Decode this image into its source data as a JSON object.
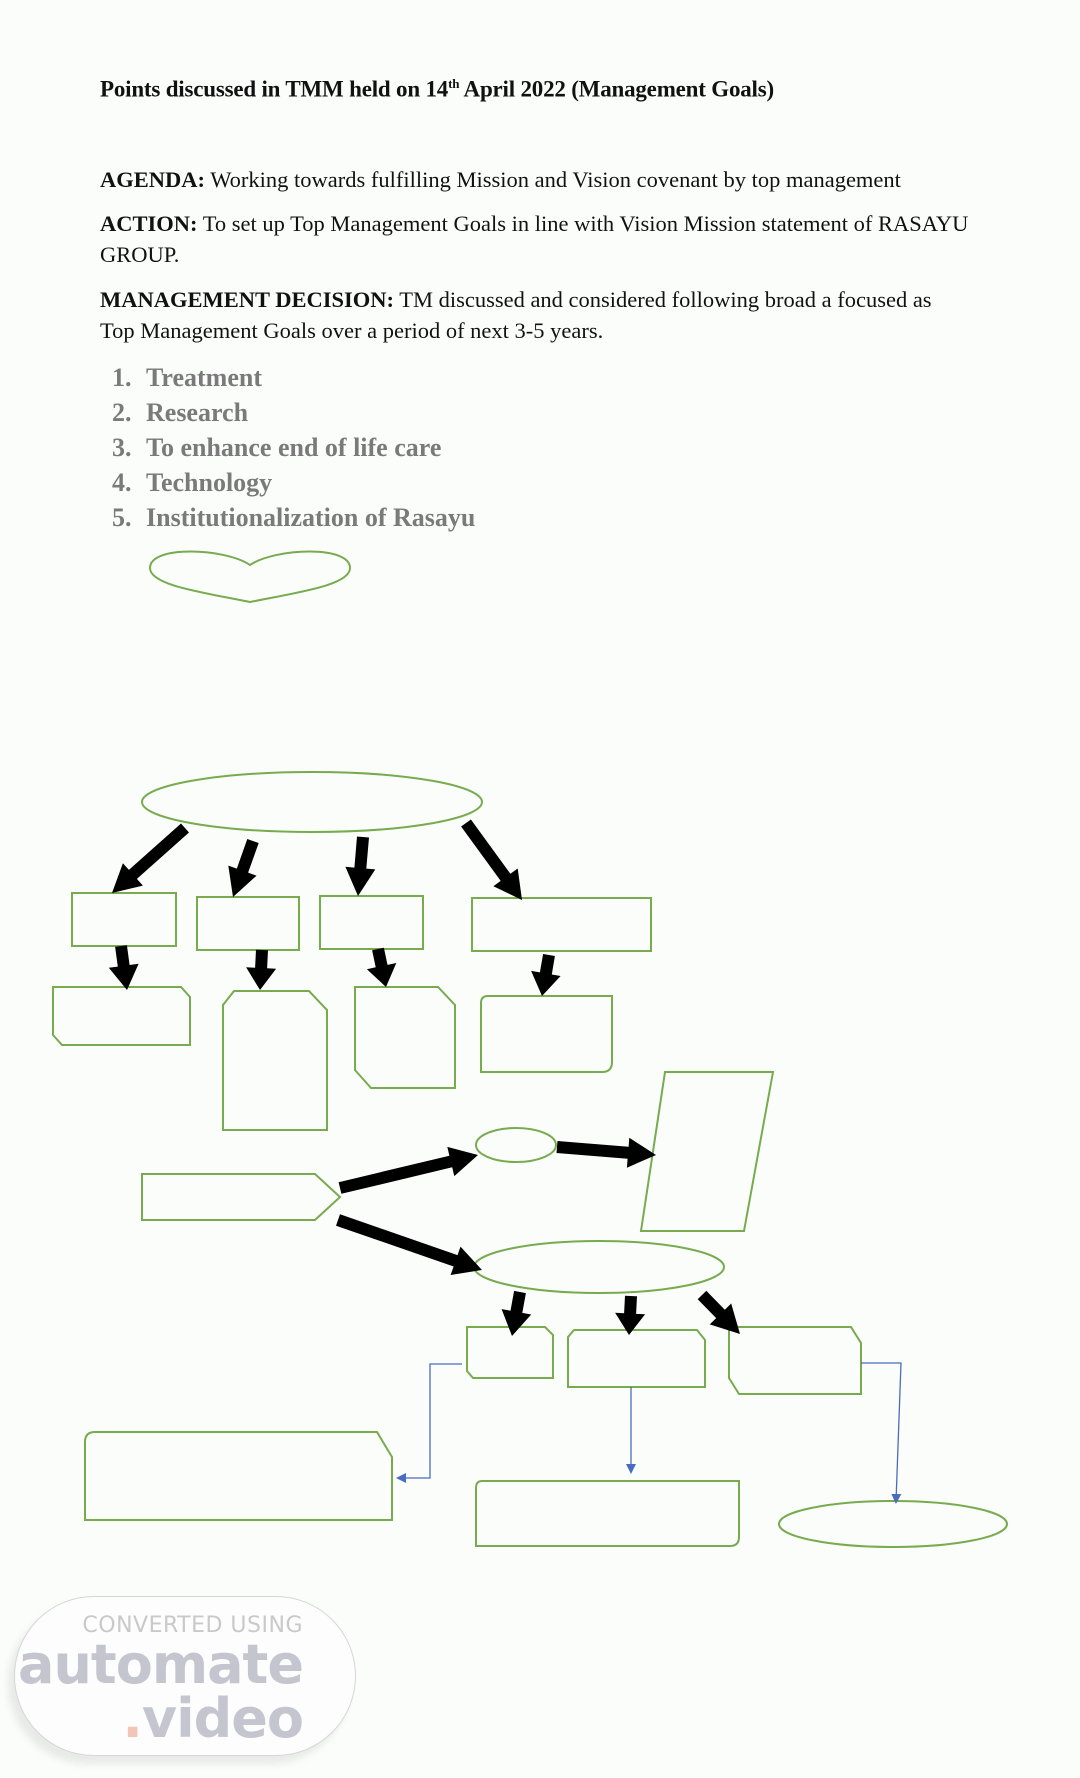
{
  "document": {
    "title": {
      "prefix": "Points discussed in TMM held on 14",
      "superscript": "th",
      "suffix": " April 2022 (Management Goals)"
    },
    "agenda": {
      "label": "AGENDA:",
      "text": " Working towards fulfilling Mission and Vision covenant by top   management"
    },
    "action": {
      "label": "ACTION:",
      "text": " To set up Top Management Goals in line with Vision Mission statement of RASAYU GROUP."
    },
    "decision": {
      "label": "MANAGEMENT DECISION:",
      "text": " TM discussed and considered following broad a focused as Top Management Goals over a period of next 3-5 years."
    },
    "goals": [
      {
        "num": "1.",
        "text": "Treatment"
      },
      {
        "num": "2.",
        "text": "Research"
      },
      {
        "num": "3.",
        "text": "To enhance end of life care"
      },
      {
        "num": "4.",
        "text": "Technology"
      },
      {
        "num": "5.",
        "text": "Institutionalization of Rasayu"
      }
    ]
  },
  "diagram": {
    "shape_stroke_color": "#77ab4e",
    "arrow_color": "#000000",
    "connector_color": "#4a6bbf",
    "shapes_have_text": false
  },
  "watermark": {
    "line1": "CONVERTED USING",
    "line2": "automate",
    "dot": ".",
    "line3": "video",
    "dot_color": "#f5c4b8",
    "text_color": "#c4c5cf"
  }
}
